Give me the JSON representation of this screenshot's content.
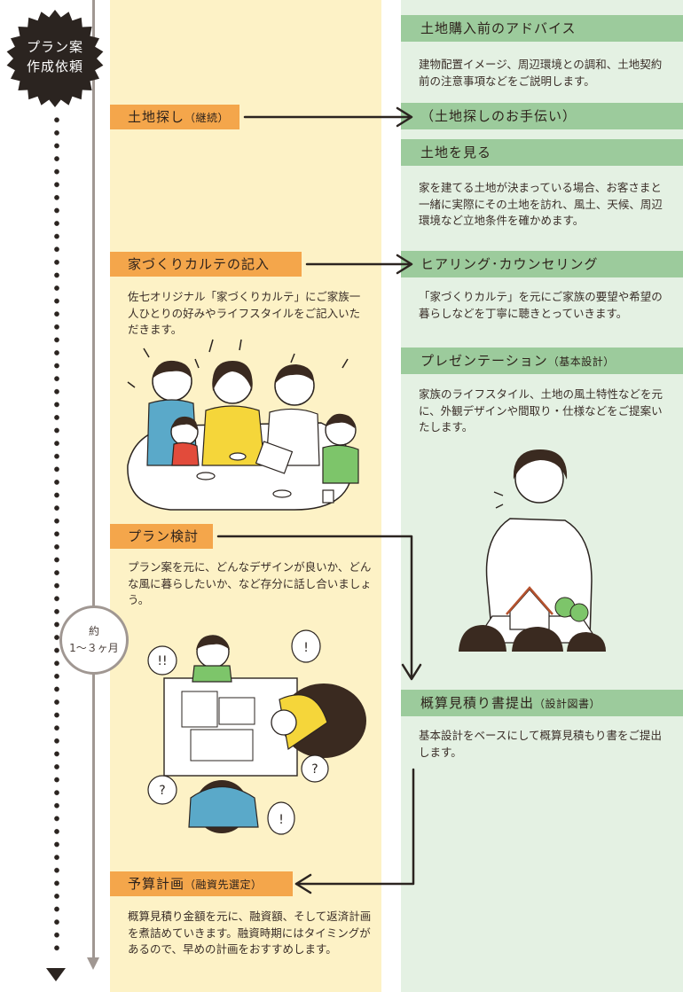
{
  "badge": {
    "line1": "プラン案",
    "line2": "作成依頼"
  },
  "period": {
    "line1": "約",
    "line2": "1～３ヶ月"
  },
  "left": {
    "tochi_sagashi": {
      "title": "土地探し",
      "suffix": "（継続）"
    },
    "karute": {
      "title": "家づくりカルテの記入",
      "desc": "佐七オリジナル「家づくりカルテ」にご家族一人ひとりの好みやライフスタイルをご記入いただきます。"
    },
    "plan_kento": {
      "title": "プラン検討",
      "desc": "プラン案を元に、どんなデザインが良いか、どんな風に暮らしたいか、など存分に話し合いましょう。"
    },
    "yosan": {
      "title": "予算計画",
      "suffix": "（融資先選定）",
      "desc": "概算見積り金額を元に、融資額、そして返済計画を煮詰めていきます。融資時期にはタイミングがあるので、早めの計画をおすすめします。"
    }
  },
  "right": {
    "advice": {
      "title": "土地購入前のアドバイス",
      "desc": "建物配置イメージ、周辺環境との調和、土地契約前の注意事項などをご説明します。"
    },
    "otetsudai": {
      "title": "（土地探しのお手伝い）"
    },
    "tochi_miru": {
      "title": "土地を見る",
      "desc": "家を建てる土地が決まっている場合、お客さまと一緒に実際にその土地を訪れ、風土、天候、周辺環境など立地条件を確かめます。"
    },
    "hearing": {
      "title": "ヒアリング･カウンセリング",
      "desc": "「家づくりカルテ」を元にご家族の要望や希望の暮らしなどを丁寧に聴きとっていきます。"
    },
    "presentation": {
      "title": "プレゼンテーション",
      "suffix": "（基本設計）",
      "desc": "家族のライフスタイル、土地の風土特性などを元に、外観デザインや間取り・仕様などをご提案いたします。"
    },
    "mitsumori": {
      "title": "概算見積り書提出",
      "suffix": "（設計図書）",
      "desc": "基本設計をベースにして概算見積もり書をご提出します。"
    }
  },
  "colors": {
    "left_bg": "#fdf2c6",
    "right_bg": "#e4f1e3",
    "orange": "#f4a64b",
    "green": "#9ccb9c",
    "badge": "#2b2420"
  }
}
